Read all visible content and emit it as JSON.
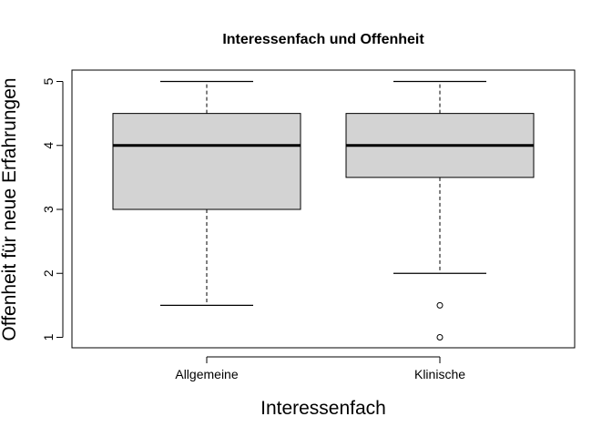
{
  "chart_data": {
    "type": "boxplot",
    "title": "Interessenfach und Offenheit",
    "xlabel": "Interessenfach",
    "ylabel": "Offenheit für neue Erfahrungen",
    "categories": [
      "Allgemeine",
      "Klinische"
    ],
    "ylim": [
      1,
      5
    ],
    "yticks": [
      "1",
      "2",
      "3",
      "4",
      "5"
    ],
    "grid": false,
    "boxes": [
      {
        "category": "Allgemeine",
        "whisker_low": 1.5,
        "q1": 3.0,
        "median": 4.0,
        "q3": 4.5,
        "whisker_high": 5.0,
        "outliers": []
      },
      {
        "category": "Klinische",
        "whisker_low": 2.0,
        "q1": 3.5,
        "median": 4.0,
        "q3": 4.5,
        "whisker_high": 5.0,
        "outliers": [
          1.5,
          1.0
        ]
      }
    ],
    "colors": {
      "box_fill": "#d3d3d3",
      "stroke": "#000000",
      "background": "#ffffff"
    }
  }
}
